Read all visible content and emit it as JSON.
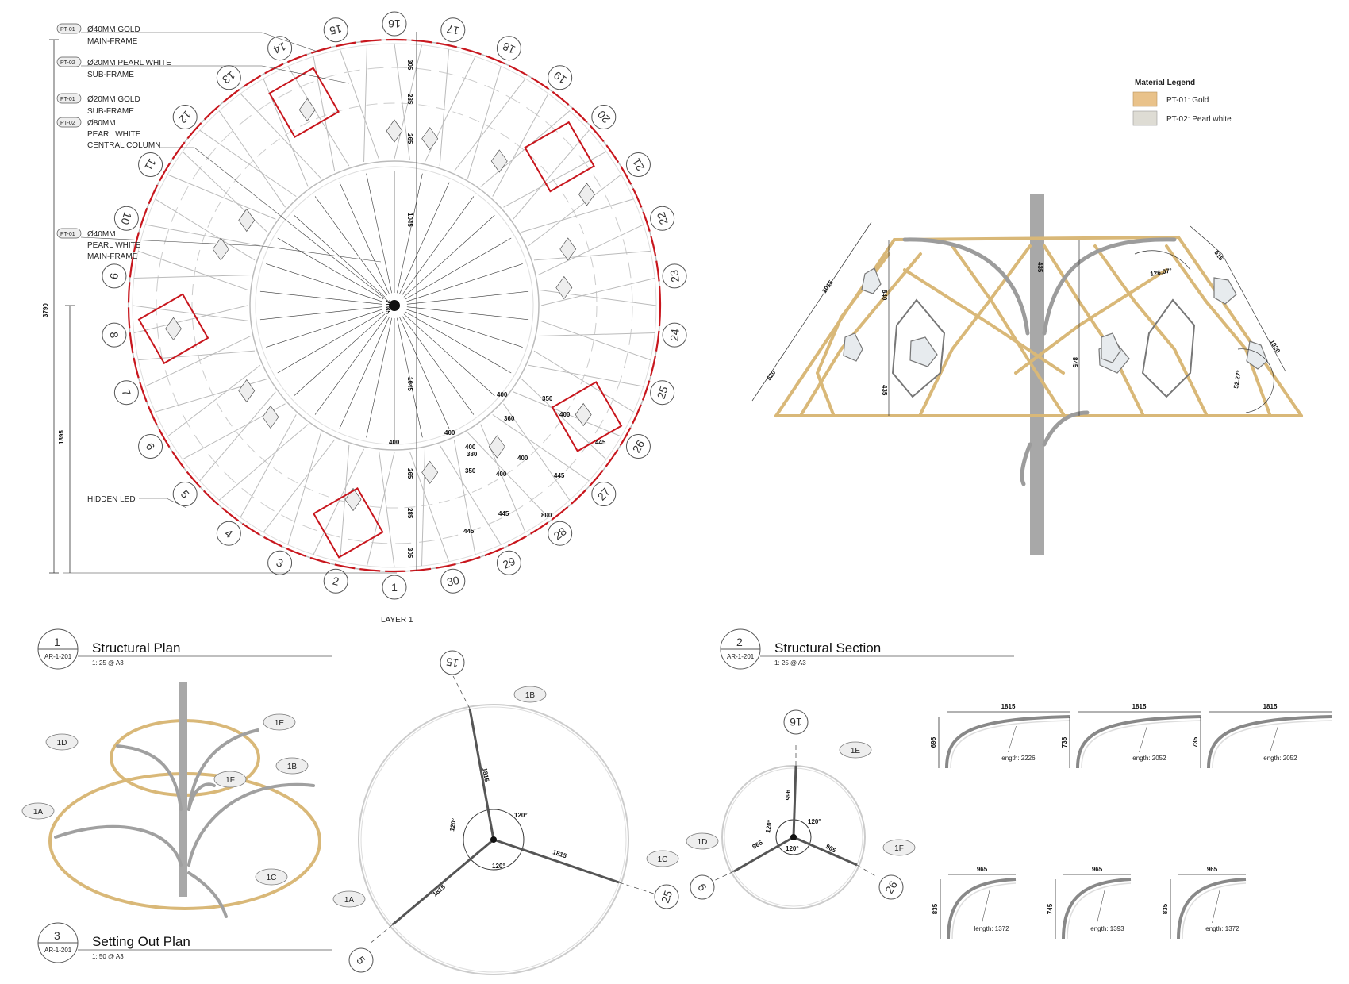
{
  "plan": {
    "layer_label": "LAYER 1",
    "grid_numbers": [
      "1",
      "2",
      "3",
      "4",
      "5",
      "6",
      "7",
      "8",
      "9",
      "10",
      "11",
      "12",
      "13",
      "14",
      "15",
      "16",
      "17",
      "18",
      "19",
      "20",
      "21",
      "22",
      "23",
      "24",
      "25",
      "26",
      "27",
      "28",
      "29",
      "30"
    ],
    "callouts": [
      {
        "tag": "PT-01",
        "lines": [
          "Ø40MM GOLD",
          "MAIN-FRAME"
        ]
      },
      {
        "tag": "PT-02",
        "lines": [
          "Ø20MM PEARL WHITE",
          "SUB-FRAME"
        ]
      },
      {
        "tag": "PT-01",
        "lines": [
          "Ø20MM GOLD",
          "SUB-FRAME"
        ]
      },
      {
        "tag": "PT-02",
        "lines": [
          "Ø80MM",
          "PEARL WHITE",
          "CENTRAL COLUMN"
        ]
      },
      {
        "tag": "PT-01",
        "lines": [
          "Ø40MM",
          "PEARL WHITE",
          "MAIN-FRAME"
        ]
      }
    ],
    "hidden_led": "HIDDEN LED",
    "overall_dims": {
      "total": "3790",
      "half": "1895"
    },
    "vertical_dims": [
      "305",
      "285",
      "265",
      "1045",
      "2085",
      "1045",
      "265",
      "285",
      "305"
    ],
    "module_dims": [
      "400",
      "400",
      "360",
      "350",
      "400",
      "400",
      "400",
      "400",
      "445",
      "445",
      "445",
      "445",
      "800",
      "350",
      "380",
      "400"
    ]
  },
  "legend": {
    "title": "Material Legend",
    "items": [
      {
        "label": "PT-01: Gold",
        "color": "#e9c28a"
      },
      {
        "label": "PT-02: Pearl white",
        "color": "#dedcd4"
      }
    ]
  },
  "section": {
    "dims": [
      "1015",
      "520",
      "840",
      "435",
      "845",
      "435",
      "515",
      "1020",
      "126.07°",
      "52.27°"
    ]
  },
  "titles": [
    {
      "num": "1",
      "ref": "AR-1-201",
      "title": "Structural Plan",
      "scale": "1: 25 @ A3"
    },
    {
      "num": "2",
      "ref": "AR-1-201",
      "title": "Structural Section",
      "scale": "1: 25 @ A3"
    },
    {
      "num": "3",
      "ref": "AR-1-201",
      "title": "Setting Out Plan",
      "scale": "1: 50 @ A3"
    }
  ],
  "iso_tags": [
    "1E",
    "1D",
    "1B",
    "1F",
    "1A",
    "1C"
  ],
  "setout_large": {
    "grid": [
      "15",
      "25",
      "5"
    ],
    "tags": [
      "1B",
      "1C",
      "1A"
    ],
    "dims": [
      "1815",
      "1815",
      "1815"
    ],
    "angles": [
      "120°",
      "120°",
      "120°"
    ]
  },
  "setout_small": {
    "grid": [
      "16",
      "26",
      "6"
    ],
    "tags": [
      "1E",
      "1F",
      "1D"
    ],
    "dims": [
      "965",
      "965",
      "965"
    ],
    "angles": [
      "120°",
      "120°",
      "120°"
    ]
  },
  "arms_top": [
    {
      "width": "1815",
      "height": "695",
      "length": "length: 2226"
    },
    {
      "width": "1815",
      "height": "735",
      "length": "length: 2052"
    },
    {
      "width": "1815",
      "height": "735",
      "length": "length: 2052"
    }
  ],
  "arms_bottom": [
    {
      "width": "965",
      "height": "835",
      "length": "length: 1372"
    },
    {
      "width": "965",
      "height": "745",
      "length": "length: 1393"
    },
    {
      "width": "965",
      "height": "835",
      "length": "length: 1372"
    }
  ]
}
